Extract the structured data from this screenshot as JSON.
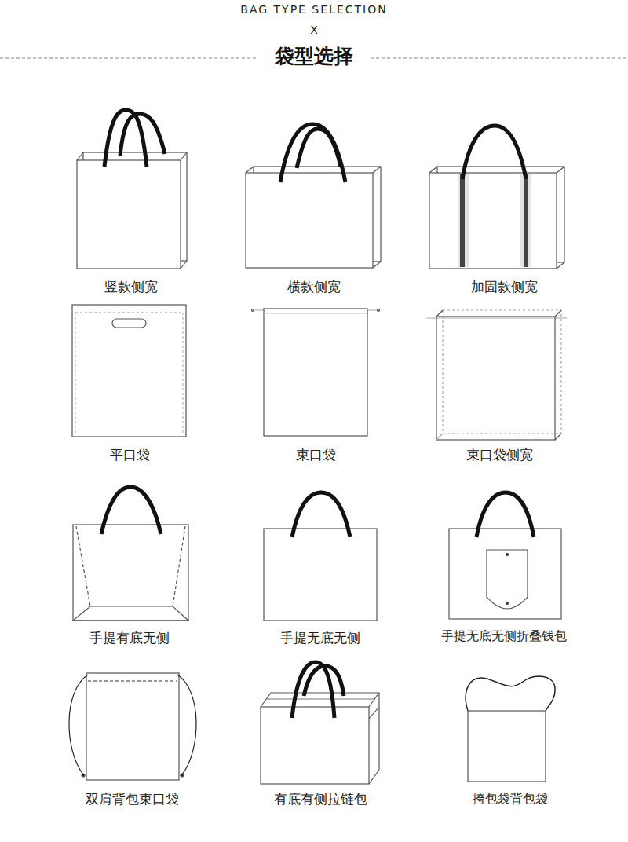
{
  "diagram": {
    "title": "袋型选择",
    "labels": [
      "BAG TYPE SELECTION",
      "X",
      "竖款侧宽",
      "横款侧宽",
      "加固款侧宽",
      "平口袋",
      "束口袋",
      "束口袋侧宽",
      "手提有底无侧",
      "手提无底无侧",
      "手提无底无侧折叠钱包",
      "双肩背包束口袋",
      "有底有侧拉链包",
      "挎包袋背包袋"
    ]
  }
}
